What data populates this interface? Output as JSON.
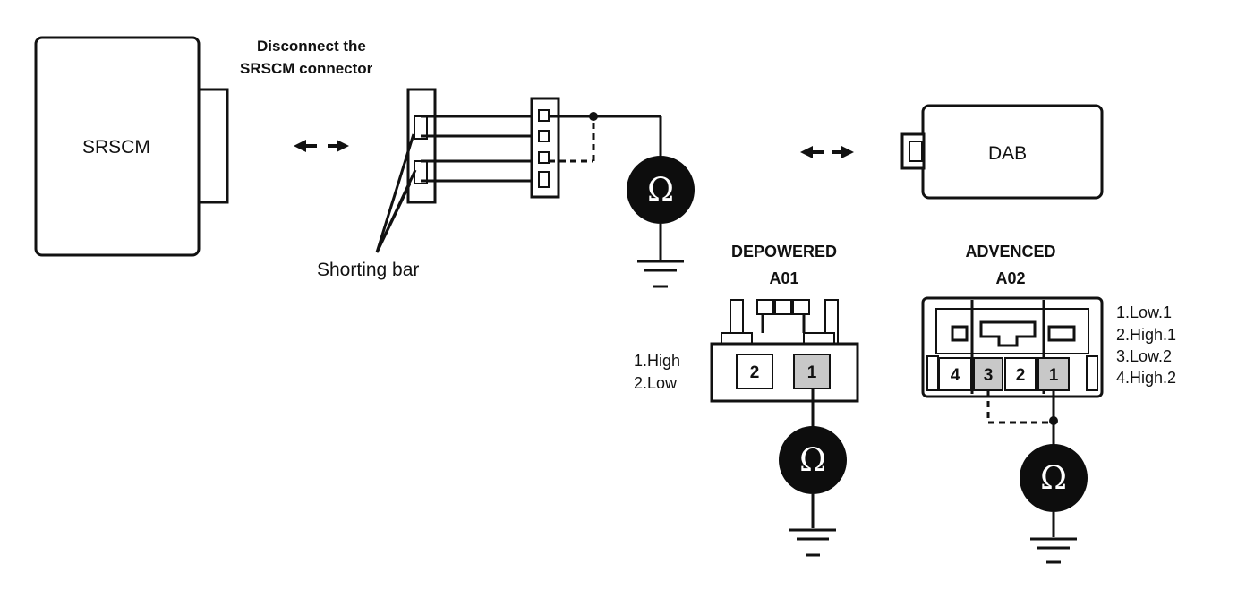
{
  "labels": {
    "srscm": "SRSCM",
    "disconnect_line1": "Disconnect the",
    "disconnect_line2": "SRSCM connector",
    "shorting_bar": "Shorting bar",
    "dab": "DAB",
    "depowered_title": "DEPOWERED",
    "depowered_code": "A01",
    "advanced_title": "ADVENCED",
    "advanced_code": "A02"
  },
  "depowered": {
    "legend": [
      "1.High",
      "2.Low"
    ],
    "pins": [
      "2",
      "1"
    ]
  },
  "advanced": {
    "legend": [
      "1.Low.1",
      "2.High.1",
      "3.Low.2",
      "4.High.2"
    ],
    "pins": [
      "4",
      "3",
      "2",
      "1"
    ]
  },
  "meter_symbol": "Ω",
  "icons": [
    "double-arrow-icon",
    "ohmmeter-icon",
    "ground-icon"
  ],
  "colors": {
    "ink": "#111111",
    "pin_highlight": "#c8c8c8",
    "meter_fill": "#0d0d0d"
  }
}
